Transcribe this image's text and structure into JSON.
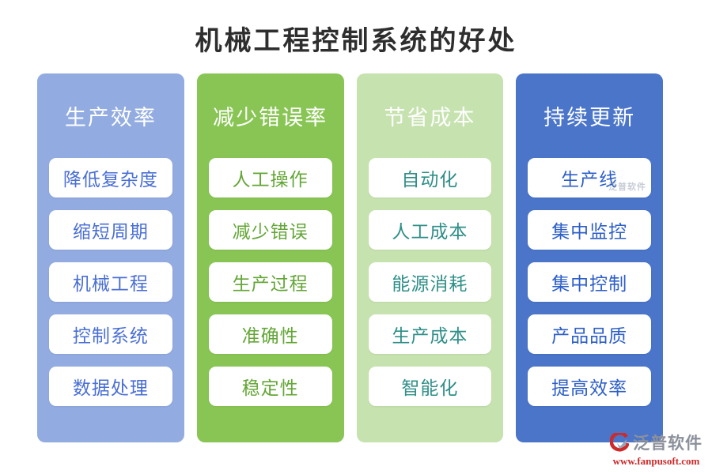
{
  "title": "机械工程控制系统的好处",
  "columns": [
    {
      "header": "生产效率",
      "bg": "#92abe0",
      "item_text_color": "#4a6fd4",
      "items": [
        "降低复杂度",
        "缩短周期",
        "机械工程",
        "控制系统",
        "数据处理"
      ]
    },
    {
      "header": "减少错误率",
      "bg": "#89c554",
      "item_text_color": "#63a636",
      "items": [
        "人工操作",
        "减少错误",
        "生产过程",
        "准确性",
        "稳定性"
      ]
    },
    {
      "header": "节省成本",
      "bg": "#c6e2af",
      "item_text_color": "#2f8f88",
      "items": [
        "自动化",
        "人工成本",
        "能源消耗",
        "生产成本",
        "智能化"
      ]
    },
    {
      "header": "持续更新",
      "bg": "#4a75c9",
      "item_text_color": "#2d5fc7",
      "items": [
        "生产线",
        "集中监控",
        "集中控制",
        "产品品质",
        "提高效率"
      ]
    }
  ],
  "watermark": "泛普软件",
  "footer": {
    "logo_icon": "fanpu-swoosh-icon",
    "logo_text": "泛普软件",
    "website": "www.fanpusoft.com"
  },
  "colors": {
    "title_text": "#2e2e2e",
    "header_text": "#ffffff",
    "card_bg": "#ffffff",
    "logo_text": "#8b909b",
    "logo_icon_red": "#cf2a2a",
    "logo_icon_gray": "#9aa3b5",
    "website_text": "#cf2a2a"
  }
}
